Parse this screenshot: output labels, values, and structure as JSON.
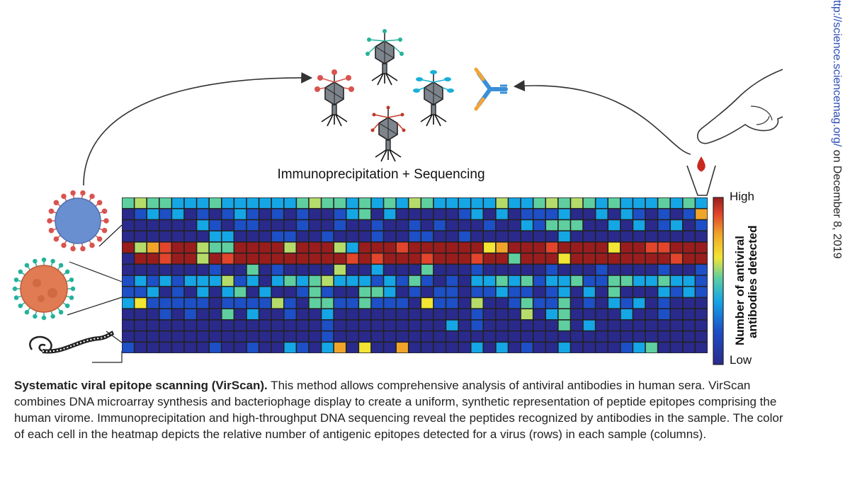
{
  "figure": {
    "process_label": "Immunoprecipitation + Sequencing",
    "legend": {
      "high_label": "High",
      "low_label": "Low",
      "title_line1": "Number of antiviral",
      "title_line2": "antibodies detected",
      "colors": [
        "#2a2a8c",
        "#1d4fc7",
        "#15a6e6",
        "#5fcfa0",
        "#b5dc6a",
        "#f3e533",
        "#f0a52a",
        "#e2452b",
        "#9a1d1d"
      ]
    },
    "heatmap": {
      "rows": 14,
      "columns": 47,
      "row_values": [
        "34332223222222343323232432222242234343232223232",
        "01212010121010100123020000012020111200202101016",
        "00000021011000100100100101000100213330020201201",
        "00000002200011001000100110010000000200000000000",
        "84678843388884888428887888888568887888858877888",
        "08878848788888888878788878887883888588888888788",
        "00000001003010000400200030001000001000100001001",
        "12121222412023234222121310102232312231133223221",
        "11201020230200131003320101101121101202030002121",
        "25111110111141033113111051104001311301021201000",
        "00010100302001002000000000001000402300002001000",
        "00000000000000001000000000201000000302000000000",
        "00000000000000001000000000000000000000000000000",
        "10000001001002102605006000002020100200001230000"
      ],
      "value_scale": "0 = Low, 8 = High"
    },
    "colors": {
      "phage_red": "#d9534f",
      "phage_teal": "#25b29a",
      "phage_cyan": "#1ab0d8",
      "phage_body": "#7d848c",
      "antibody_blue": "#3a8fd6",
      "antibody_orange": "#f2a43a",
      "virus_blue": "#6a8fd0",
      "virus_orange": "#e07b54",
      "blood_red": "#c8281e"
    },
    "icons": [
      "bacteriophage-icon",
      "antibody-icon",
      "finger-icon",
      "blood-drop-icon",
      "tube-icon",
      "virus-icon",
      "coronavirus-icon",
      "filovirus-icon"
    ]
  },
  "side_text": {
    "link": "ttp://science.sciencemag.org/",
    "rest": " on December 8, 2019"
  },
  "caption": {
    "bold": "Systematic viral epitope scanning (VirScan).",
    "body": " This method allows comprehensive analysis of antiviral antibodies in human sera. VirScan combines DNA microarray synthesis and bacteriophage display to create a uniform, synthetic representation of peptide epitopes comprising the human virome. Immunoprecipitation and high-throughput DNA sequencing reveal the peptides recognized by antibodies in the sample. The color of each cell in the heatmap depicts the relative number of antigenic epitopes detected for a virus (rows) in each sample (columns)."
  }
}
